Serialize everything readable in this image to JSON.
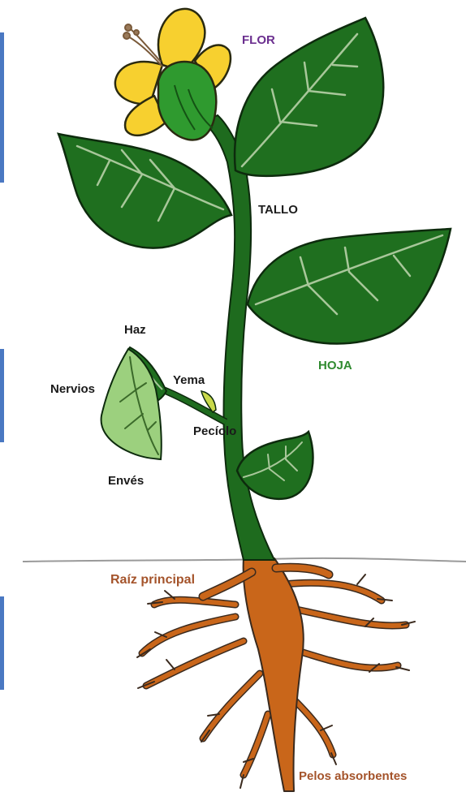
{
  "labels": {
    "flor": "FLOR",
    "tallo": "TALLO",
    "hoja": "HOJA",
    "haz": "Haz",
    "nervios": "Nervios",
    "yema": "Yema",
    "peciolo": "Pecíolo",
    "enves": "Envés",
    "raiz_principal": "Raíz principal",
    "pelos_absorbentes": "Pelos absorbentes"
  },
  "colors": {
    "leaf": "#1f6f1f",
    "leaf_outline": "#0d2b0d",
    "stem": "#1e6b1e",
    "vein": "#a8c79a",
    "light_leaf": "#9cd07e",
    "petal": "#f7d02f",
    "sepal": "#2f9a2f",
    "root": "#c9661a",
    "root_outline": "#3a2a1e",
    "ground_line": "#9a9a9a",
    "flor_label": "#6b2f8f",
    "hoja_label": "#2f8a2f",
    "root_label": "#a4532a"
  }
}
